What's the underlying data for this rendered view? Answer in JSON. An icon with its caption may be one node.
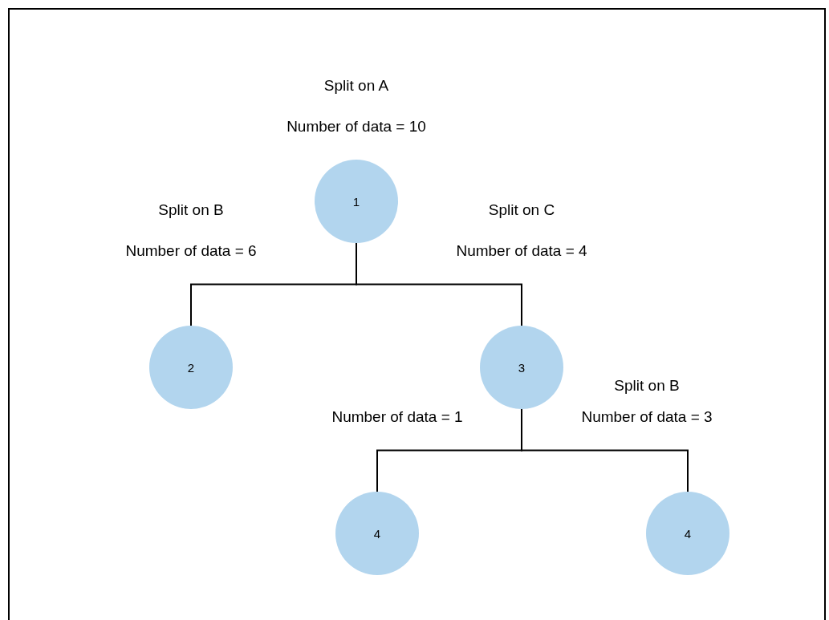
{
  "diagram": {
    "nodes": [
      {
        "text": [
          "1"
        ],
        "beside": [
          "Split on A",
          "Number of data = 10"
        ]
      },
      {
        "text": [
          "2"
        ],
        "beside": [
          "Split on B",
          "Number of data = 6"
        ]
      },
      {
        "text": [
          "3"
        ],
        "beside": [
          "Split on C",
          "Number of data = 4"
        ]
      },
      {
        "text": [
          "4"
        ]
      },
      {
        "text": [
          "4"
        ],
        "beside": [
          "Split on B",
          "Number of data = 3"
        ]
      }
    ],
    "edges": [
      {
        "from": 0,
        "to": 1,
        "arrow": "none"
      },
      {
        "from": 0,
        "to": 2,
        "arrow": "none"
      },
      {
        "from": 2,
        "to": 3,
        "arrow": "none"
      },
      {
        "from": 2,
        "to": 4,
        "arrow": "none"
      }
    ],
    "labels": [
      "Number of data = 1"
    ]
  }
}
